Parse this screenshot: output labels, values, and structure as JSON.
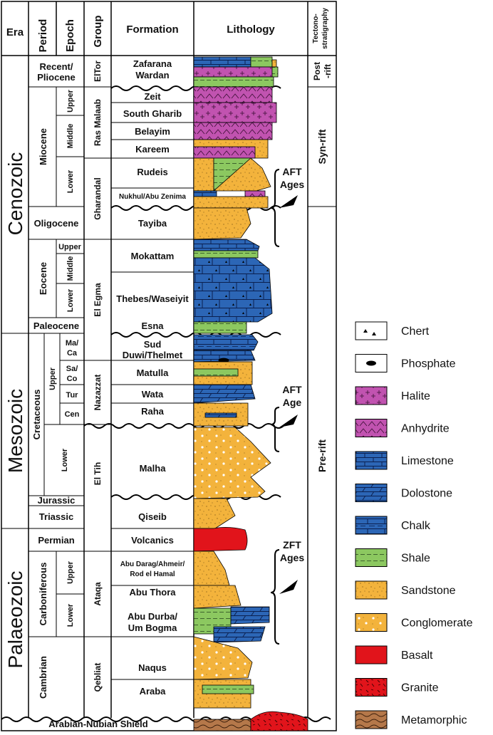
{
  "headers": {
    "era": "Era",
    "period": "Period",
    "epoch": "Epoch",
    "group": "Group",
    "formation": "Formation",
    "lithology": "Lithology",
    "tectonostratigraphy": [
      "Tectono-",
      "stratigraphy"
    ]
  },
  "eras": [
    "Cenozoic",
    "Mesozoic",
    "Palaeozoic"
  ],
  "periods": {
    "recent_pliocene": [
      "Recent/",
      "Pliocene"
    ],
    "miocene": "Miocene",
    "oligocene": "Oligocene",
    "eocene": "Eocene",
    "paleocene": "Paleocene",
    "cretaceous": "Cretaceous",
    "jurassic": "Jurassic",
    "triassic": "Triassic",
    "permian": "Permian",
    "carboniferous": "Carboniferous",
    "cambrian": "Cambrian"
  },
  "epochs": {
    "miocene_upper": "Upper",
    "miocene_middle": "Middle",
    "miocene_lower": "Lower",
    "eocene_upper": "Upper",
    "eocene_middle": "Middle",
    "eocene_lower": "Lower",
    "cret_upper": "Upper",
    "cret_lower": "Lower",
    "maca": [
      "Ma/",
      "Ca"
    ],
    "saco": [
      "Sa/",
      "Co"
    ],
    "tur": "Tur",
    "cen": "Cen",
    "carb_upper": "Upper",
    "carb_lower": "Lower"
  },
  "groups": [
    "ElTor",
    "Ras Malaab",
    "Gharandal",
    "El Egma",
    "Nazazzat",
    "El Tih",
    "Ataqa",
    "Qebliat"
  ],
  "formations": {
    "zafarana": "Zafarana",
    "wardan": "Wardan",
    "zeit": "Zeit",
    "south_gharib": "South Gharib",
    "belayim": "Belayim",
    "kareem": "Kareem",
    "rudeis": "Rudeis",
    "nukhul": "Nukhul/Abu Zenima",
    "tayiba": "Tayiba",
    "mokattam": "Mokattam",
    "thebes": "Thebes/Waseiyit",
    "esna": "Esna",
    "sud": "Sud",
    "duwi": "Duwi/Thelmet",
    "matulla": "Matulla",
    "wata": "Wata",
    "raha": "Raha",
    "malha": "Malha",
    "qiseib": "Qiseib",
    "volcanics": "Volcanics",
    "abu_darag": [
      "Abu Darag/Ahmeir/",
      "Rod el Hamal"
    ],
    "abu_thora": "Abu Thora",
    "abu_durba": [
      "Abu Durba/",
      "Um Bogma"
    ],
    "naqus": "Naqus",
    "araba": "Araba"
  },
  "basement": "Arabian-Nubian Shield",
  "tectonic": {
    "post_rift": [
      "Post",
      "-rift"
    ],
    "syn_rift": "Syn-rift",
    "pre_rift": "Pre-rift"
  },
  "ages": {
    "aft_top": [
      "AFT",
      "Ages"
    ],
    "aft_mid": [
      "AFT",
      "Age"
    ],
    "zft": [
      "ZFT",
      "Ages"
    ]
  },
  "legend": [
    {
      "label": "Chert",
      "pattern": "chert"
    },
    {
      "label": "Phosphate",
      "pattern": "phosphate"
    },
    {
      "label": "Halite",
      "pattern": "halite",
      "color": "#c153b0"
    },
    {
      "label": "Anhydrite",
      "pattern": "anhydrite",
      "color": "#c153b0"
    },
    {
      "label": "Limestone",
      "pattern": "limestone",
      "color": "#2c66b6"
    },
    {
      "label": "Dolostone",
      "pattern": "dolostone",
      "color": "#2c66b6"
    },
    {
      "label": "Chalk",
      "pattern": "chalk",
      "color": "#2c66b6"
    },
    {
      "label": "Shale",
      "pattern": "shale",
      "color": "#8cc860"
    },
    {
      "label": "Sandstone",
      "pattern": "sandstone",
      "color": "#f3b33c"
    },
    {
      "label": "Conglomerate",
      "pattern": "conglomerate",
      "color": "#f3b33c"
    },
    {
      "label": "Basalt",
      "pattern": "basalt",
      "color": "#e1141b"
    },
    {
      "label": "Granite",
      "pattern": "granite",
      "color": "#e1141b"
    },
    {
      "label": "Metamorphic",
      "pattern": "metamorphic",
      "color": "#b5784a"
    }
  ]
}
